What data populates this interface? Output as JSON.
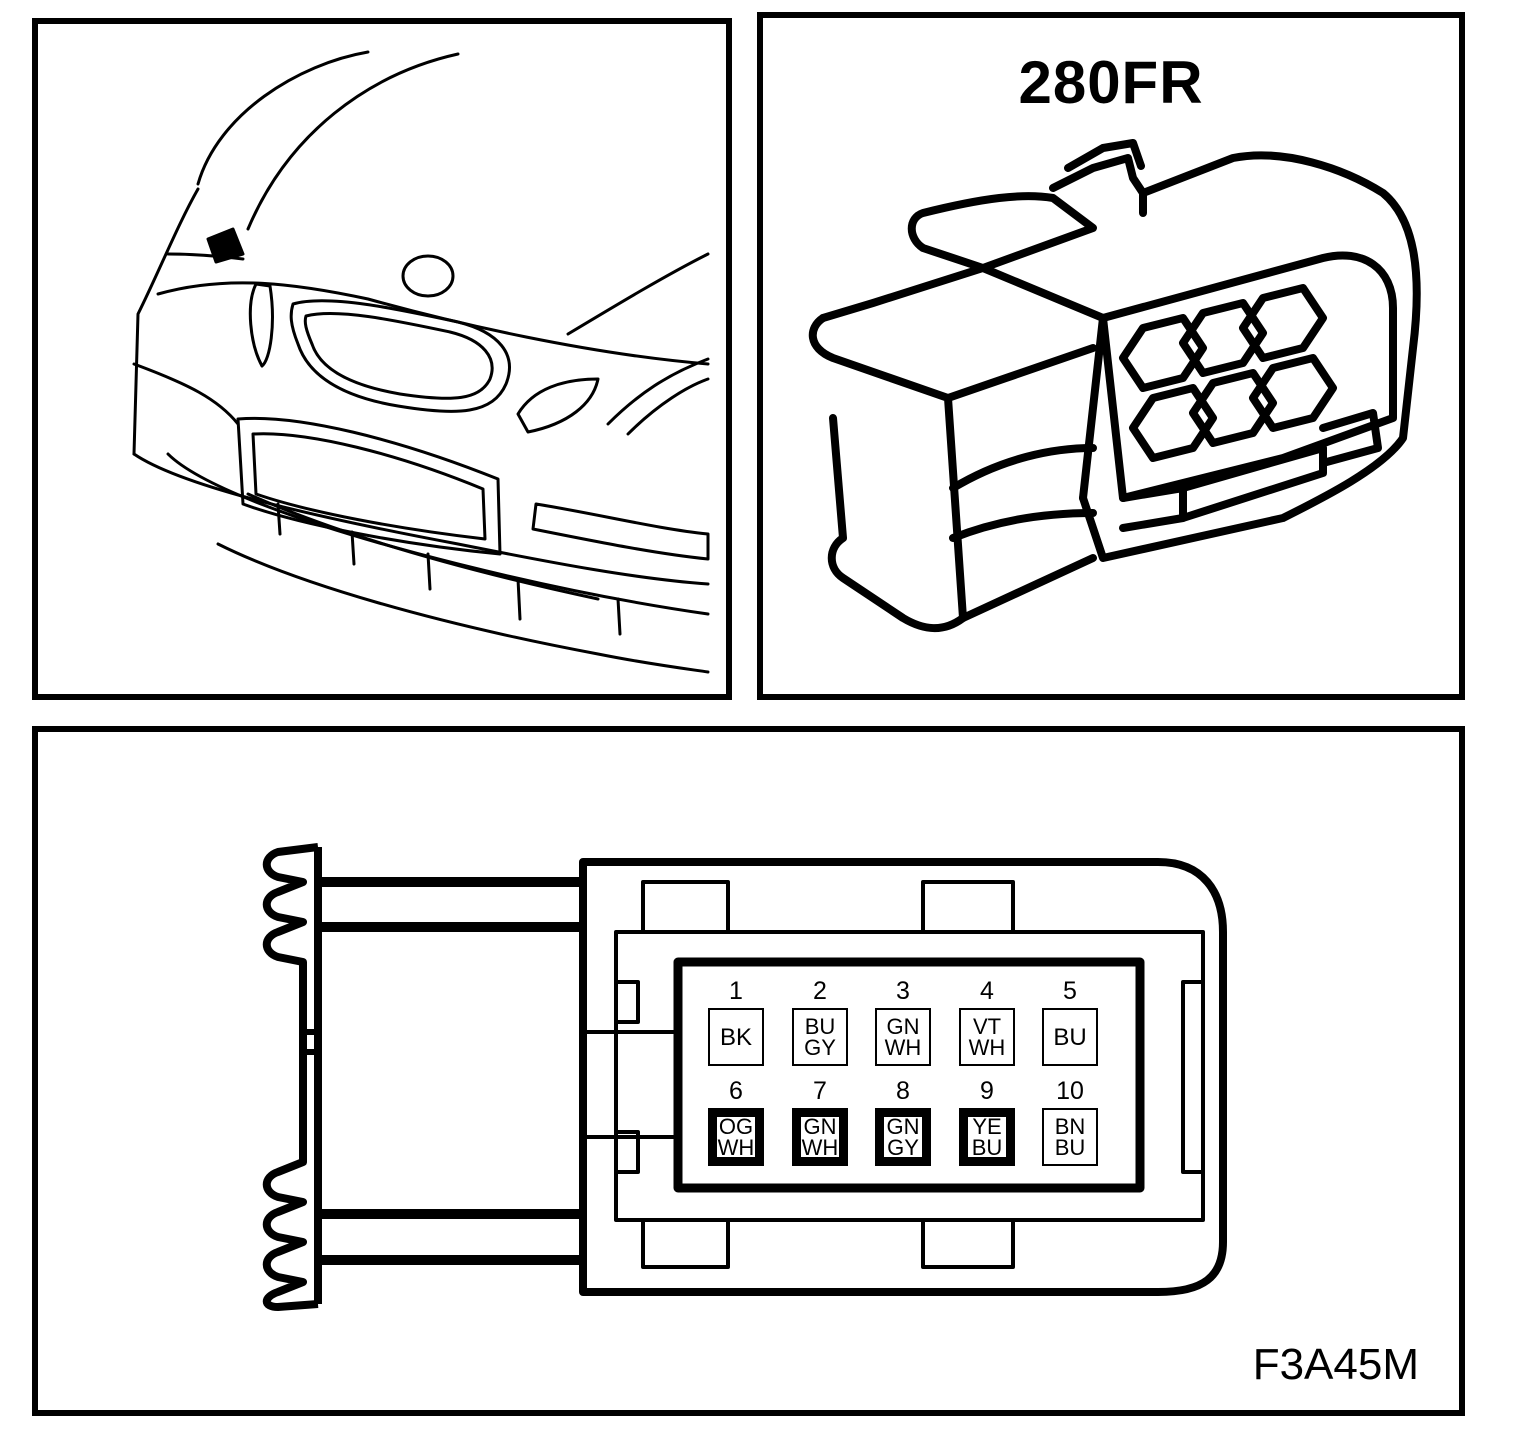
{
  "figure_code": "F3A45M",
  "connector": {
    "id": "280FR",
    "pins": [
      {
        "number": "1",
        "colors": [
          "BK"
        ],
        "style": "thin"
      },
      {
        "number": "2",
        "colors": [
          "BU",
          "GY"
        ],
        "style": "thin"
      },
      {
        "number": "3",
        "colors": [
          "GN",
          "WH"
        ],
        "style": "thin"
      },
      {
        "number": "4",
        "colors": [
          "VT",
          "WH"
        ],
        "style": "thin"
      },
      {
        "number": "5",
        "colors": [
          "BU"
        ],
        "style": "thin"
      },
      {
        "number": "6",
        "colors": [
          "OG",
          "WH"
        ],
        "style": "bold"
      },
      {
        "number": "7",
        "colors": [
          "GN",
          "WH"
        ],
        "style": "bold"
      },
      {
        "number": "8",
        "colors": [
          "GN",
          "GY"
        ],
        "style": "bold"
      },
      {
        "number": "9",
        "colors": [
          "YE",
          "BU"
        ],
        "style": "bold"
      },
      {
        "number": "10",
        "colors": [
          "BN",
          "BU"
        ],
        "style": "thin"
      }
    ]
  }
}
